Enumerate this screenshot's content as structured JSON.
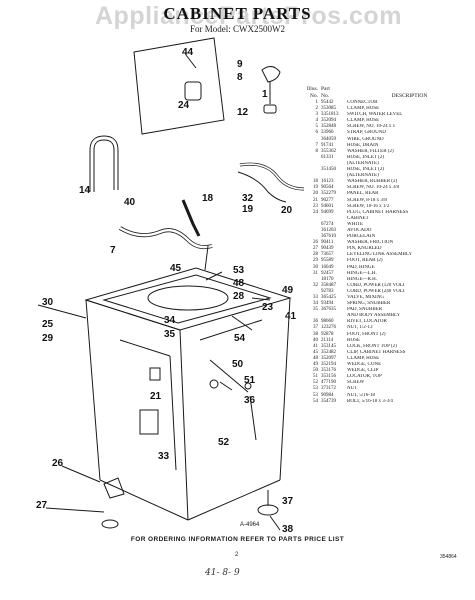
{
  "watermark": "AppliancePartsPros.com",
  "title": "CABINET PARTS",
  "subtitle": "For Model: CWX2500W2",
  "table": {
    "header": {
      "no_line1": "Illus.",
      "no_line2": "No.",
      "pn_line1": "Part",
      "pn_line2": "No.",
      "desc": "DESCRIPTION"
    },
    "rows": [
      {
        "no": "1",
        "pn": "95442",
        "desc": "CONNECTOR"
      },
      {
        "no": "2",
        "pn": "353085",
        "desc": "CLAMP, HOSE"
      },
      {
        "no": "3",
        "pn": "3351813",
        "desc": "SWITCH, WATER LEVEL"
      },
      {
        "no": "4",
        "pn": "352094",
        "desc": "CLAMP, HOSE"
      },
      {
        "no": "5",
        "pn": "352848",
        "desc": "SCREW, NO. 10-24 x 1"
      },
      {
        "no": "6",
        "pn": "33966",
        "desc": "STRAP, GROUND"
      },
      {
        "no": "",
        "pn": "364059",
        "desc": "WIRE, GROUND"
      },
      {
        "no": "7",
        "pn": "91741",
        "desc": "HOSE, DRAIN"
      },
      {
        "no": "8",
        "pn": "355362",
        "desc": "WASHER, FILTER (2)"
      },
      {
        "no": "",
        "pn": "61331",
        "desc": "HOSE, INLET (2)"
      },
      {
        "no": "",
        "pn": "",
        "desc": "(ALTERNATE)"
      },
      {
        "no": "",
        "pn": "351450",
        "desc": "HOSE, INLET (2)"
      },
      {
        "no": "",
        "pn": "",
        "desc": "(ALTERNATE)"
      },
      {
        "no": "18",
        "pn": "16123",
        "desc": "WASHER, RUBBER (2)"
      },
      {
        "no": "19",
        "pn": "90564",
        "desc": "SCREW, NO. 10-24 x 3/8"
      },
      {
        "no": "20",
        "pn": "352279",
        "desc": "PANEL, REAR"
      },
      {
        "no": "21",
        "pn": "90277",
        "desc": "SCREW, 8-18 x 3/8"
      },
      {
        "no": "23",
        "pn": "94601",
        "desc": "SCREW, 10-16 x 1/2"
      },
      {
        "no": "24",
        "pn": "94699",
        "desc": "PLUG, CABINET HARNESS"
      },
      {
        "no": "",
        "pn": "",
        "desc": "CABINET"
      },
      {
        "no": "",
        "pn": "67274",
        "desc": "WHITE"
      },
      {
        "no": "",
        "pn": "361203",
        "desc": "AVOCADO"
      },
      {
        "no": "",
        "pn": "367610",
        "desc": "PORCELAIN"
      },
      {
        "no": "26",
        "pn": "90411",
        "desc": "WASHER, FRICTION"
      },
      {
        "no": "27",
        "pn": "90439",
        "desc": "PIN, KNURLED"
      },
      {
        "no": "28",
        "pn": "73657",
        "desc": "LEVELING LINK ASSEMBLY"
      },
      {
        "no": "29",
        "pn": "95589",
        "desc": "FOOT, REAR (2)"
      },
      {
        "no": "30",
        "pn": "16049",
        "desc": "PAD, HINGE"
      },
      {
        "no": "31",
        "pn": "92457",
        "desc": "HINGE—L.H."
      },
      {
        "no": "",
        "pn": "18170",
        "desc": "HINGE—R.H."
      },
      {
        "no": "32",
        "pn": "358487",
        "desc": "CORD, POWER (120 VOLT"
      },
      {
        "no": "",
        "pn": "92783",
        "desc": "CORD, POWER (240 VOLT"
      },
      {
        "no": "33",
        "pn": "365425",
        "desc": "VALVE, MIXING"
      },
      {
        "no": "34",
        "pn": "93494",
        "desc": "SPRING, SNUBBER"
      },
      {
        "no": "35",
        "pn": "367635",
        "desc": "PAD, SNUBBER"
      },
      {
        "no": "",
        "pn": "",
        "desc": "AND BODY ASSEMBLY"
      },
      {
        "no": "36",
        "pn": "98660",
        "desc": "RIVET, LOCATOR"
      },
      {
        "no": "37",
        "pn": "123276",
        "desc": "NUT, 1/2-13"
      },
      {
        "no": "38",
        "pn": "92878",
        "desc": "FOOT, FRONT (2)"
      },
      {
        "no": "40",
        "pn": "21114",
        "desc": "HOSE"
      },
      {
        "no": "41",
        "pn": "353145",
        "desc": "LOCK, FRONT TOP (2)"
      },
      {
        "no": "45",
        "pn": "352482",
        "desc": "CLIP, CABINET HARNESS"
      },
      {
        "no": "48",
        "pn": "352097",
        "desc": "CLAMP, HOSE"
      },
      {
        "no": "49",
        "pn": "352194",
        "desc": "WEDGE, CONE"
      },
      {
        "no": "50",
        "pn": "353176",
        "desc": "WEDGE, CLIP"
      },
      {
        "no": "51",
        "pn": "353156",
        "desc": "LOCATOR, TOP"
      },
      {
        "no": "52",
        "pn": "477190",
        "desc": "SCREW"
      },
      {
        "no": "53",
        "pn": "373172",
        "desc": "NUT"
      },
      {
        "no": "53",
        "pn": "90984",
        "desc": "NUT, 5/16-18"
      },
      {
        "no": "54",
        "pn": "354739",
        "desc": "BOLT, 5/16-18 x 3-3/4"
      }
    ]
  },
  "callouts": [
    {
      "id": "44",
      "label": "44"
    },
    {
      "id": "24",
      "label": "24"
    },
    {
      "id": "9",
      "label": "9"
    },
    {
      "id": "8",
      "label": "8"
    },
    {
      "id": "1",
      "label": "1"
    },
    {
      "id": "12",
      "label": "12"
    },
    {
      "id": "14",
      "label": "14"
    },
    {
      "id": "40",
      "label": "40"
    },
    {
      "id": "18",
      "label": "18"
    },
    {
      "id": "7",
      "label": "7"
    },
    {
      "id": "45",
      "label": "45"
    },
    {
      "id": "32",
      "label": "32"
    },
    {
      "id": "19",
      "label": "19"
    },
    {
      "id": "20",
      "label": "20"
    },
    {
      "id": "53",
      "label": "53"
    },
    {
      "id": "48",
      "label": "48"
    },
    {
      "id": "28",
      "label": "28"
    },
    {
      "id": "30",
      "label": "30"
    },
    {
      "id": "49",
      "label": "49"
    },
    {
      "id": "23",
      "label": "23"
    },
    {
      "id": "25",
      "label": "25"
    },
    {
      "id": "29",
      "label": "29"
    },
    {
      "id": "34",
      "label": "34"
    },
    {
      "id": "35",
      "label": "35"
    },
    {
      "id": "54",
      "label": "54"
    },
    {
      "id": "41",
      "label": "41"
    },
    {
      "id": "50",
      "label": "50"
    },
    {
      "id": "51",
      "label": "51"
    },
    {
      "id": "36",
      "label": "36"
    },
    {
      "id": "21",
      "label": "21"
    },
    {
      "id": "33",
      "label": "33"
    },
    {
      "id": "52",
      "label": "52"
    },
    {
      "id": "26",
      "label": "26"
    },
    {
      "id": "27",
      "label": "27"
    },
    {
      "id": "37",
      "label": "37"
    },
    {
      "id": "38",
      "label": "38"
    }
  ],
  "figure_number": "A-4964",
  "footer": "FOR ORDERING INFORMATION REFER TO PARTS PRICE LIST",
  "page_number": "2",
  "doc_number": "354864",
  "handwritten_note": "41- 8- 9"
}
